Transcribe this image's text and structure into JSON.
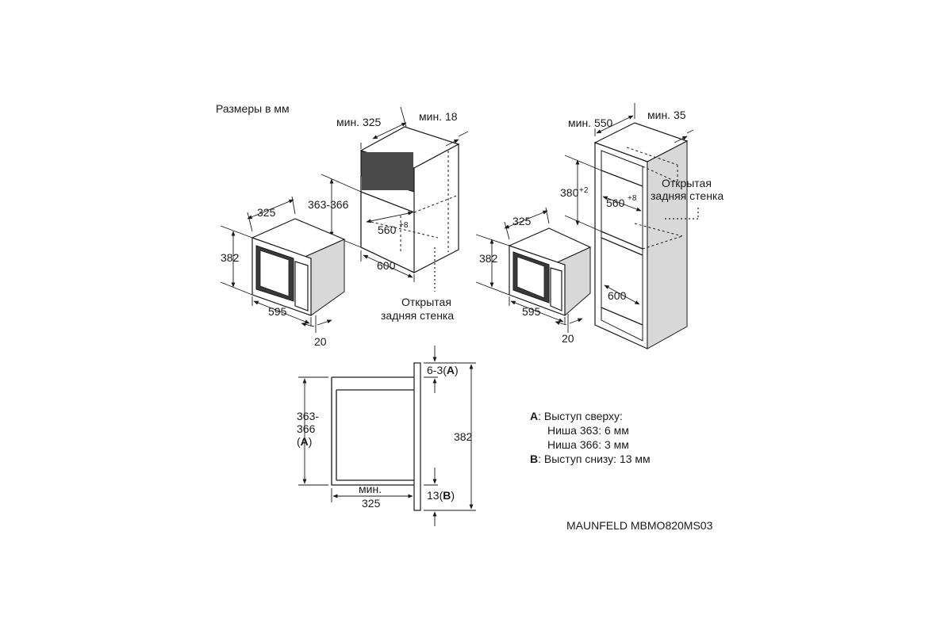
{
  "title": "Размеры в мм",
  "model": "MAUNFELD MBMO820MS03",
  "cabinet_wall": {
    "min_depth": "мин. 325",
    "min_side": "мин. 18",
    "niche_height": "363-366",
    "niche_width_base": "560",
    "niche_width_tol": "+8",
    "width": "600",
    "open_back_1": "Открытая",
    "open_back_2": "задняя стенка"
  },
  "appliance_left": {
    "depth": "325",
    "height": "382",
    "width": "595",
    "front": "20"
  },
  "cabinet_tall": {
    "min_depth": "мин. 550",
    "min_side": "мин. 35",
    "niche_height_base": "380",
    "niche_height_tol": "+2",
    "niche_width_base": "560",
    "niche_width_tol": "+8",
    "width": "600",
    "open_back_1": "Открытая",
    "open_back_2": "задняя стенка"
  },
  "appliance_right": {
    "depth": "325",
    "height": "382",
    "width": "595",
    "front": "20"
  },
  "section": {
    "niche_1": "363-",
    "niche_2": "366",
    "niche_3_letter": "A",
    "top_gap_val": "6-3",
    "top_gap_letter": "A",
    "total_height": "382",
    "bottom_gap_val": "13",
    "bottom_gap_letter": "B",
    "min_depth_1": "мин.",
    "min_depth_2": "325"
  },
  "legend": {
    "a_key": "A",
    "a_text": ": Выступ сверху:",
    "a_line1": "Ниша 363: 6 мм",
    "a_line2": "Ниша 366: 3 мм",
    "b_key": "B",
    "b_text": ": Выступ снизу: 13 мм"
  }
}
